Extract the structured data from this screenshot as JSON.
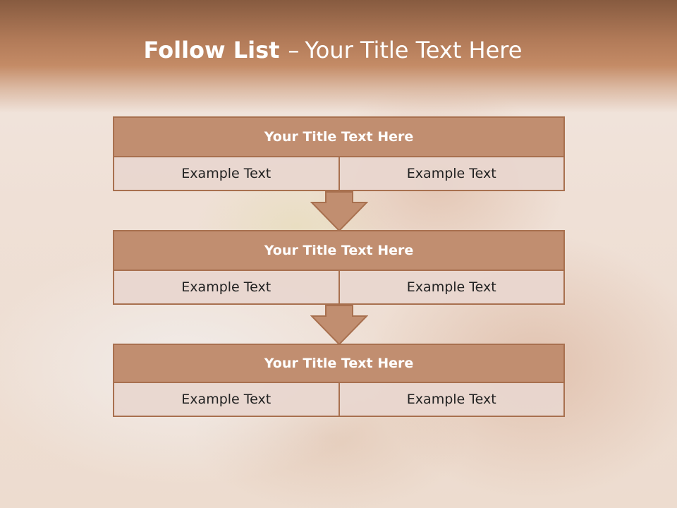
{
  "header": {
    "title_bold": "Follow List",
    "title_dash": "–",
    "title_rest": "Your Title Text Here"
  },
  "steps": [
    {
      "title": "Your Title Text Here",
      "left": "Example Text",
      "right": "Example Text"
    },
    {
      "title": "Your Title Text Here",
      "left": "Example Text",
      "right": "Example Text"
    },
    {
      "title": "Your Title Text Here",
      "left": "Example Text",
      "right": "Example Text"
    }
  ],
  "colors": {
    "header_brown": "#875b40",
    "title_fill": "#c18e70",
    "border": "#a8704f",
    "cell_fill": "#e8d6cf"
  }
}
